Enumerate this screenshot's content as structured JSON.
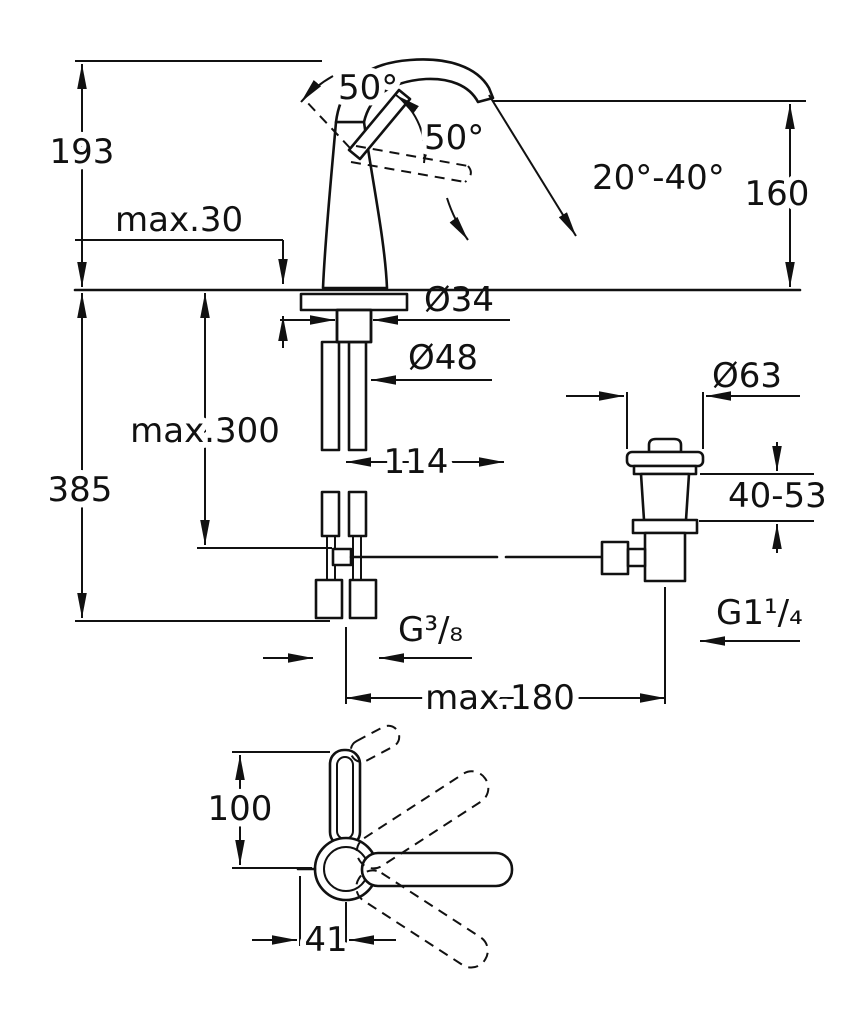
{
  "drawing": {
    "type": "technical-dimension-diagram",
    "colors": {
      "line": "#111111",
      "background": "#ffffff"
    },
    "dims": {
      "d193": "193",
      "d160": "160",
      "max30": "max.30",
      "a50_top": "50°",
      "a50_side": "50°",
      "a2040": "20°-40°",
      "dia34": "Ø34",
      "dia48": "Ø48",
      "max300": "max.300",
      "d385": "385",
      "d114": "114",
      "dia63": "Ø63",
      "d4053": "40-53",
      "g38": "G³/₈",
      "g114": "G1¹/₄",
      "max180": "max.180",
      "d100": "100",
      "d41": "41"
    }
  }
}
